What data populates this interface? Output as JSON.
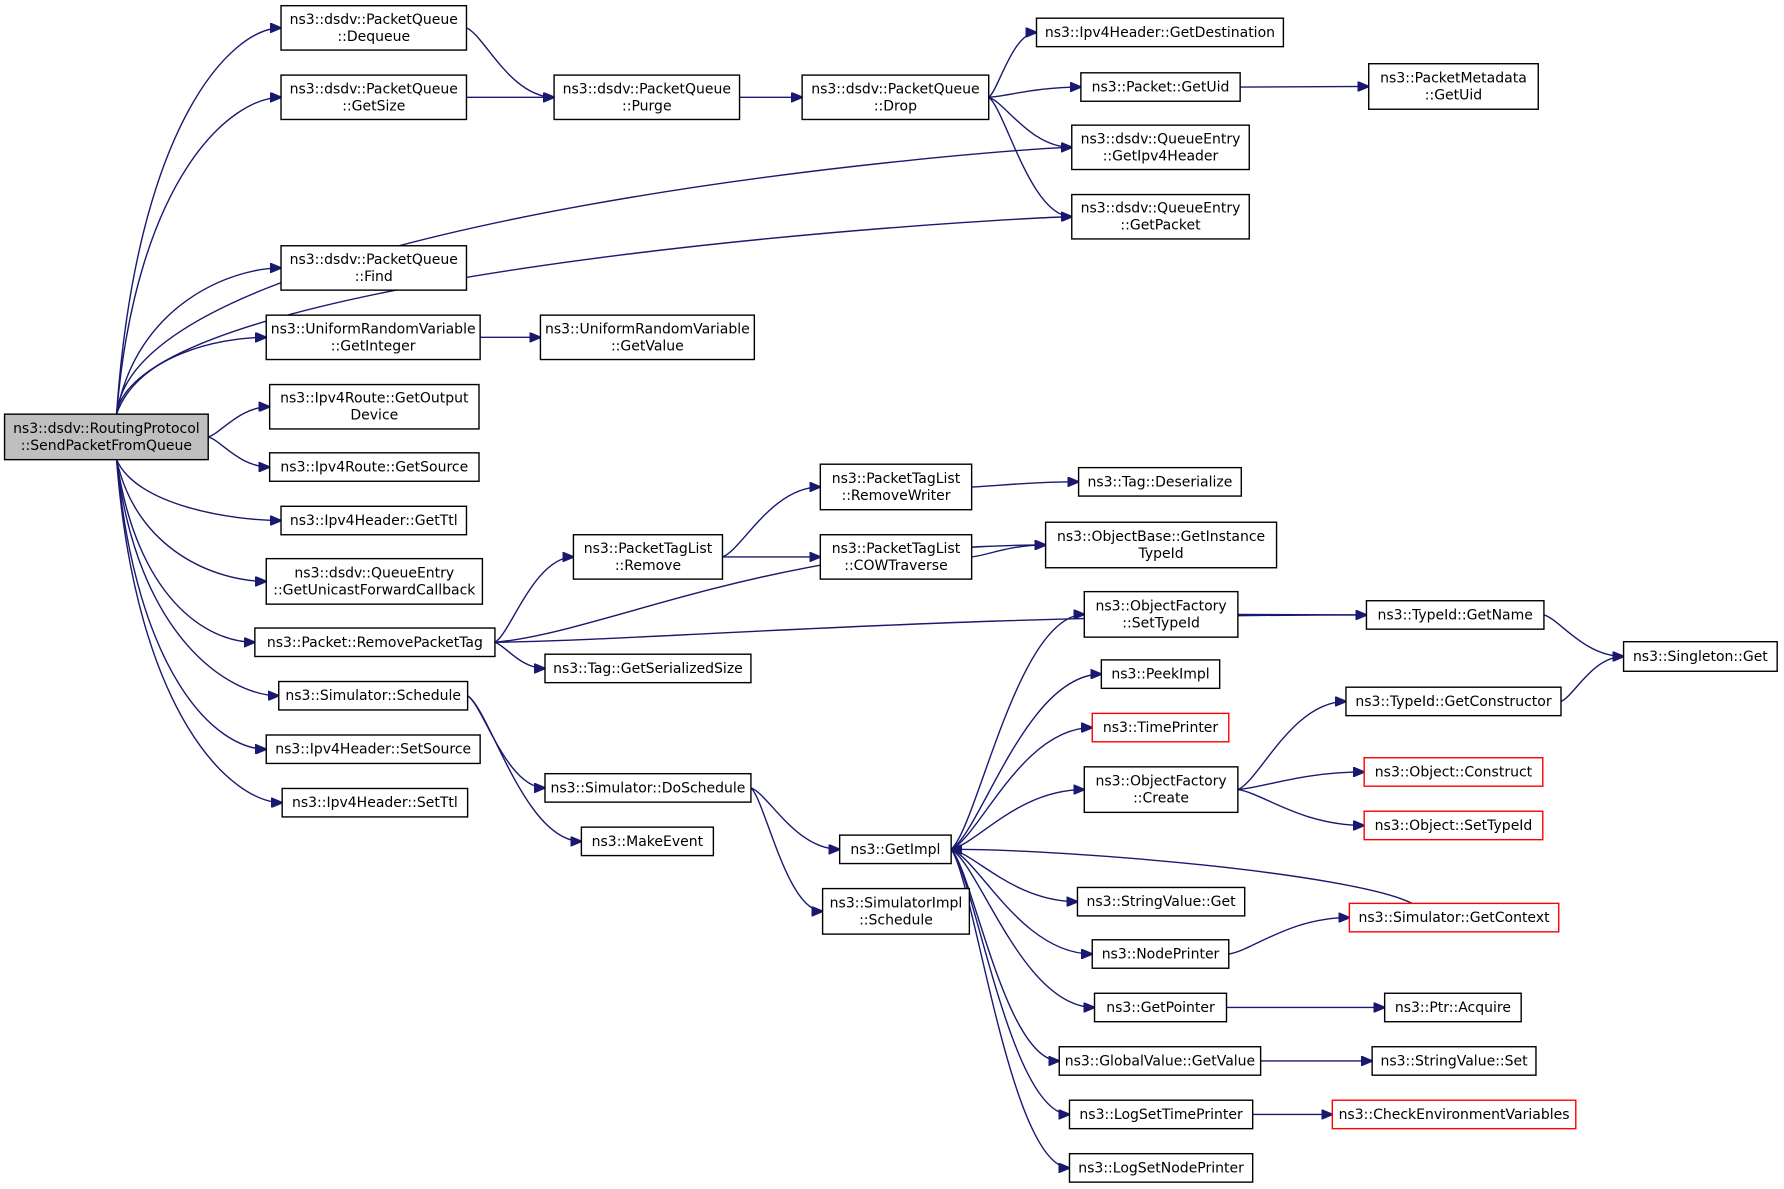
{
  "colors": {
    "edge": "#191970",
    "root_fill": "#bfbfbf",
    "border": "#000000",
    "undocumented_border": "#ff0000"
  },
  "nodes": [
    {
      "id": "send_packet_from_queue",
      "lines": [
        "ns3::dsdv::RoutingProtocol",
        "::SendPacketFromQueue"
      ],
      "style": "root"
    },
    {
      "id": "pq_dequeue",
      "lines": [
        "ns3::dsdv::PacketQueue",
        "::Dequeue"
      ]
    },
    {
      "id": "pq_getsize",
      "lines": [
        "ns3::dsdv::PacketQueue",
        "::GetSize"
      ]
    },
    {
      "id": "pq_purge",
      "lines": [
        "ns3::dsdv::PacketQueue",
        "::Purge"
      ]
    },
    {
      "id": "pq_drop",
      "lines": [
        "ns3::dsdv::PacketQueue",
        "::Drop"
      ]
    },
    {
      "id": "ipv4h_getdest",
      "lines": [
        "ns3::Ipv4Header::GetDestination"
      ]
    },
    {
      "id": "packet_getuid",
      "lines": [
        "ns3::Packet::GetUid"
      ]
    },
    {
      "id": "pm_getuid",
      "lines": [
        "ns3::PacketMetadata",
        "::GetUid"
      ]
    },
    {
      "id": "qe_getipv4header",
      "lines": [
        "ns3::dsdv::QueueEntry",
        "::GetIpv4Header"
      ]
    },
    {
      "id": "qe_getpacket",
      "lines": [
        "ns3::dsdv::QueueEntry",
        "::GetPacket"
      ]
    },
    {
      "id": "pq_find",
      "lines": [
        "ns3::dsdv::PacketQueue",
        "::Find"
      ]
    },
    {
      "id": "urv_getinteger",
      "lines": [
        "ns3::UniformRandomVariable",
        "::GetInteger"
      ]
    },
    {
      "id": "urv_getvalue",
      "lines": [
        "ns3::UniformRandomVariable",
        "::GetValue"
      ]
    },
    {
      "id": "route_getoutput",
      "lines": [
        "ns3::Ipv4Route::GetOutput",
        "Device"
      ]
    },
    {
      "id": "route_getsource",
      "lines": [
        "ns3::Ipv4Route::GetSource"
      ]
    },
    {
      "id": "ipv4h_getttl",
      "lines": [
        "ns3::Ipv4Header::GetTtl"
      ]
    },
    {
      "id": "qe_getunicast",
      "lines": [
        "ns3::dsdv::QueueEntry",
        "::GetUnicastForwardCallback"
      ]
    },
    {
      "id": "packet_removetag",
      "lines": [
        "ns3::Packet::RemovePacketTag"
      ]
    },
    {
      "id": "ptl_remove",
      "lines": [
        "ns3::PacketTagList",
        "::Remove"
      ]
    },
    {
      "id": "ptl_removewriter",
      "lines": [
        "ns3::PacketTagList",
        "::RemoveWriter"
      ]
    },
    {
      "id": "ptl_cowtraverse",
      "lines": [
        "ns3::PacketTagList",
        "::COWTraverse"
      ]
    },
    {
      "id": "tag_deserialize",
      "lines": [
        "ns3::Tag::Deserialize"
      ]
    },
    {
      "id": "ob_getinstancetypeid",
      "lines": [
        "ns3::ObjectBase::GetInstance",
        "TypeId"
      ]
    },
    {
      "id": "tag_getserializedsize",
      "lines": [
        "ns3::Tag::GetSerializedSize"
      ]
    },
    {
      "id": "sim_schedule",
      "lines": [
        "ns3::Simulator::Schedule"
      ]
    },
    {
      "id": "ipv4h_setsource",
      "lines": [
        "ns3::Ipv4Header::SetSource"
      ]
    },
    {
      "id": "ipv4h_setttl",
      "lines": [
        "ns3::Ipv4Header::SetTtl"
      ]
    },
    {
      "id": "sim_doschedule",
      "lines": [
        "ns3::Simulator::DoSchedule"
      ]
    },
    {
      "id": "makeevent",
      "lines": [
        "ns3::MakeEvent"
      ]
    },
    {
      "id": "simimpl_schedule",
      "lines": [
        "ns3::SimulatorImpl",
        "::Schedule"
      ]
    },
    {
      "id": "getimpl",
      "lines": [
        "ns3::GetImpl"
      ]
    },
    {
      "id": "of_settypeid",
      "lines": [
        "ns3::ObjectFactory",
        "::SetTypeId"
      ]
    },
    {
      "id": "peekimpl",
      "lines": [
        "ns3::PeekImpl"
      ]
    },
    {
      "id": "timeprinter",
      "lines": [
        "ns3::TimePrinter"
      ],
      "style": "red"
    },
    {
      "id": "of_create",
      "lines": [
        "ns3::ObjectFactory",
        "::Create"
      ]
    },
    {
      "id": "typeid_getname",
      "lines": [
        "ns3::TypeId::GetName"
      ]
    },
    {
      "id": "singleton_get",
      "lines": [
        "ns3::Singleton::Get"
      ]
    },
    {
      "id": "typeid_getconstructor",
      "lines": [
        "ns3::TypeId::GetConstructor"
      ]
    },
    {
      "id": "object_construct",
      "lines": [
        "ns3::Object::Construct"
      ],
      "style": "red"
    },
    {
      "id": "object_settypeid",
      "lines": [
        "ns3::Object::SetTypeId"
      ],
      "style": "red"
    },
    {
      "id": "stringvalue_get",
      "lines": [
        "ns3::StringValue::Get"
      ]
    },
    {
      "id": "sim_getcontext",
      "lines": [
        "ns3::Simulator::GetContext"
      ],
      "style": "red"
    },
    {
      "id": "nodeprinter",
      "lines": [
        "ns3::NodePrinter"
      ]
    },
    {
      "id": "getpointer",
      "lines": [
        "ns3::GetPointer"
      ]
    },
    {
      "id": "ptr_acquire",
      "lines": [
        "ns3::Ptr::Acquire"
      ]
    },
    {
      "id": "gv_getvalue",
      "lines": [
        "ns3::GlobalValue::GetValue"
      ]
    },
    {
      "id": "stringvalue_set",
      "lines": [
        "ns3::StringValue::Set"
      ]
    },
    {
      "id": "logsettimeprinter",
      "lines": [
        "ns3::LogSetTimePrinter"
      ]
    },
    {
      "id": "checkenv",
      "lines": [
        "ns3::CheckEnvironmentVariables"
      ],
      "style": "red"
    },
    {
      "id": "logsetnodeprinter",
      "lines": [
        "ns3::LogSetNodePrinter"
      ]
    }
  ],
  "edges": [
    [
      "send_packet_from_queue",
      "pq_dequeue"
    ],
    [
      "send_packet_from_queue",
      "pq_getsize"
    ],
    [
      "send_packet_from_queue",
      "qe_getipv4header"
    ],
    [
      "send_packet_from_queue",
      "qe_getpacket"
    ],
    [
      "send_packet_from_queue",
      "pq_find"
    ],
    [
      "send_packet_from_queue",
      "urv_getinteger"
    ],
    [
      "send_packet_from_queue",
      "route_getoutput"
    ],
    [
      "send_packet_from_queue",
      "route_getsource"
    ],
    [
      "send_packet_from_queue",
      "ipv4h_getttl"
    ],
    [
      "send_packet_from_queue",
      "qe_getunicast"
    ],
    [
      "send_packet_from_queue",
      "packet_removetag"
    ],
    [
      "send_packet_from_queue",
      "sim_schedule"
    ],
    [
      "send_packet_from_queue",
      "ipv4h_setsource"
    ],
    [
      "send_packet_from_queue",
      "ipv4h_setttl"
    ],
    [
      "pq_dequeue",
      "pq_purge"
    ],
    [
      "pq_getsize",
      "pq_purge"
    ],
    [
      "pq_purge",
      "pq_drop"
    ],
    [
      "pq_drop",
      "ipv4h_getdest"
    ],
    [
      "pq_drop",
      "packet_getuid"
    ],
    [
      "pq_drop",
      "qe_getipv4header"
    ],
    [
      "pq_drop",
      "qe_getpacket"
    ],
    [
      "packet_getuid",
      "pm_getuid"
    ],
    [
      "urv_getinteger",
      "urv_getvalue"
    ],
    [
      "packet_removetag",
      "ptl_remove"
    ],
    [
      "packet_removetag",
      "typeid_getname"
    ],
    [
      "packet_removetag",
      "ob_getinstancetypeid"
    ],
    [
      "packet_removetag",
      "tag_getserializedsize"
    ],
    [
      "ptl_remove",
      "ptl_removewriter"
    ],
    [
      "ptl_remove",
      "ptl_cowtraverse"
    ],
    [
      "ptl_removewriter",
      "tag_deserialize"
    ],
    [
      "ptl_cowtraverse",
      "ob_getinstancetypeid"
    ],
    [
      "sim_schedule",
      "sim_doschedule"
    ],
    [
      "sim_schedule",
      "makeevent"
    ],
    [
      "sim_doschedule",
      "getimpl"
    ],
    [
      "sim_doschedule",
      "simimpl_schedule"
    ],
    [
      "getimpl",
      "of_settypeid"
    ],
    [
      "getimpl",
      "peekimpl"
    ],
    [
      "getimpl",
      "timeprinter"
    ],
    [
      "getimpl",
      "of_create"
    ],
    [
      "getimpl",
      "stringvalue_get"
    ],
    [
      "getimpl",
      "nodeprinter"
    ],
    [
      "getimpl",
      "getpointer"
    ],
    [
      "getimpl",
      "gv_getvalue"
    ],
    [
      "getimpl",
      "logsettimeprinter"
    ],
    [
      "getimpl",
      "logsetnodeprinter"
    ],
    [
      "of_settypeid",
      "typeid_getname"
    ],
    [
      "typeid_getname",
      "singleton_get"
    ],
    [
      "typeid_getconstructor",
      "singleton_get"
    ],
    [
      "of_create",
      "typeid_getconstructor"
    ],
    [
      "of_create",
      "object_construct"
    ],
    [
      "of_create",
      "object_settypeid"
    ],
    [
      "sim_getcontext",
      "getimpl"
    ],
    [
      "nodeprinter",
      "sim_getcontext"
    ],
    [
      "getpointer",
      "ptr_acquire"
    ],
    [
      "gv_getvalue",
      "stringvalue_set"
    ],
    [
      "logsettimeprinter",
      "checkenv"
    ]
  ]
}
